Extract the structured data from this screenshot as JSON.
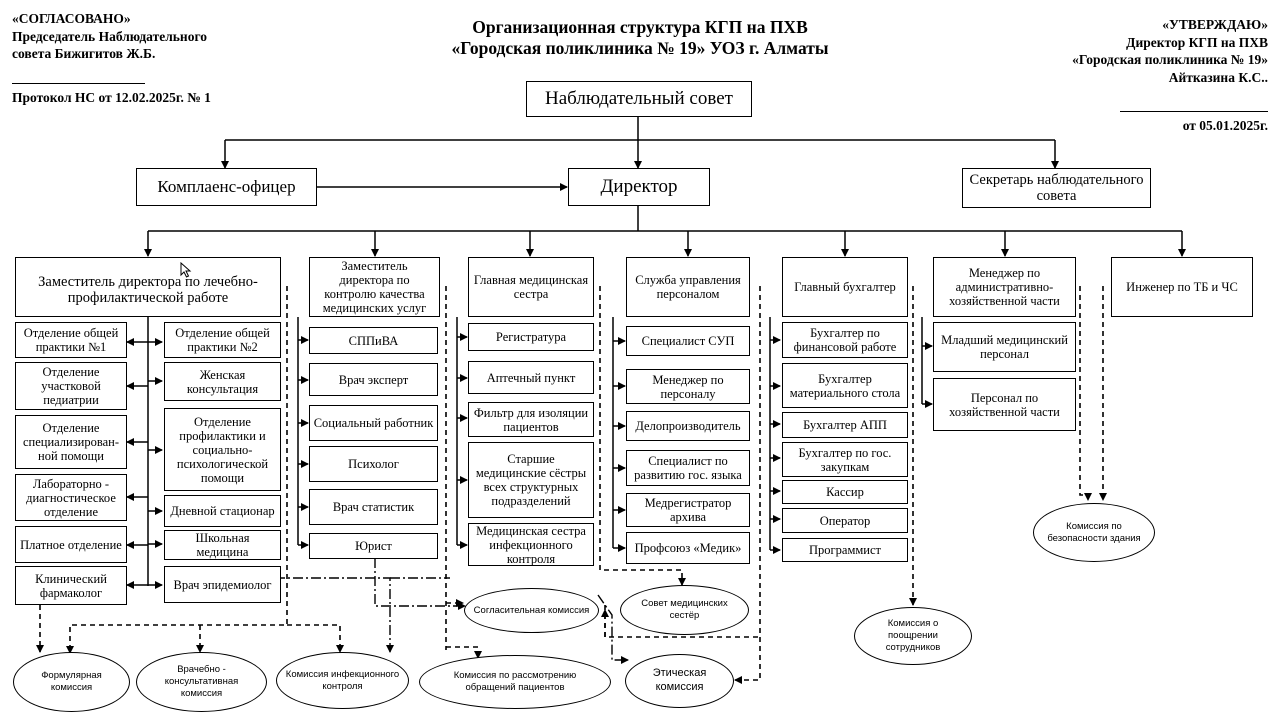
{
  "header": {
    "agreed": [
      "«СОГЛАСОВАНО»",
      "Председатель Наблюдательного",
      "совета  Бижигитов Ж.Б."
    ],
    "protocol": "Протокол НС от 12.02.2025г. № 1",
    "title_line1": "Организационная структура КГП на ПХВ",
    "title_line2": "«Городская поликлиника № 19» УОЗ г. Алматы",
    "approved": [
      "«УТВЕРЖДАЮ»",
      "Директор КГП  на ПХВ",
      "«Городская поликлиника № 19»",
      "Айтказина К.С.."
    ],
    "approved_date": "от 05.01.2025г."
  },
  "top": {
    "supervisory_board": "Наблюдательный совет",
    "compliance_officer": "Комплаенс-офицер",
    "director": "Директор",
    "board_secretary": "Секретарь наблюдательного совета"
  },
  "deputy_medical": {
    "title": "Заместитель директора по лечебно-профилактической работе",
    "left_units": [
      "Отделение общей практики №1",
      "Отделение участковой педиатрии",
      "Отделение специализирован-ной помощи",
      "Лабораторно - диагностическое отделение",
      "Платное отделение",
      "Клинический фармаколог"
    ],
    "right_units": [
      "Отделение общей практики №2",
      "Женская консультация",
      "Отделение профилактики и социально-психологической помощи",
      "Дневной стационар",
      "Школьная медицина",
      "Врач эпидемиолог"
    ]
  },
  "deputy_quality": {
    "title": "Заместитель директора  по контролю качества медицинских услуг",
    "units": [
      "СППиВА",
      "Врач эксперт",
      "Социальный работник",
      "Психолог",
      "Врач статистик",
      "Юрист"
    ]
  },
  "head_nurse": {
    "title": "Главная медицинская сестра",
    "units": [
      "Регистратура",
      "Аптечный пункт",
      "Фильтр для изоляции пациентов",
      "Старшие медицинские сёстры всех структурных подразделений",
      "Медицинская сестра инфекционного контроля"
    ]
  },
  "hr": {
    "title": "Служба управления персоналом",
    "units": [
      "Специалист СУП",
      "Менеджер по персоналу",
      "Делопроизводитель",
      "Специалист по развитию гос. языка",
      "Медрегистратор архива",
      "Профсоюз «Медик»"
    ]
  },
  "accountant": {
    "title": "Главный бухгалтер",
    "units": [
      "Бухгалтер по финансовой работе",
      "Бухгалтер материального стола",
      "Бухгалтер АПП",
      "Бухгалтер по гос. закупкам",
      "Кассир",
      "Оператор",
      "Программист"
    ]
  },
  "admin_manager": {
    "title": "Менеджер по административно-хозяйственной части",
    "units": [
      "Младший медицинский персонал",
      "Персонал по хозяйственной части"
    ]
  },
  "safety_engineer": {
    "title": "Инженер по ТБ и ЧС"
  },
  "commissions": {
    "formulary": "Формулярная комиссия",
    "advisory": "Врачебно - консультативная комиссия",
    "infection": "Комиссия инфекционного контроля",
    "conciliation": "Согласительная комиссия",
    "nurses_council": "Совет медицинских сестёр",
    "appeals": "Комиссия по рассмотрению обращений пациентов",
    "ethics": "Этическая комиссия",
    "incentive": "Комиссия о поощрении сотрудников",
    "building_safety": "Комиссия по безопасности здания"
  }
}
